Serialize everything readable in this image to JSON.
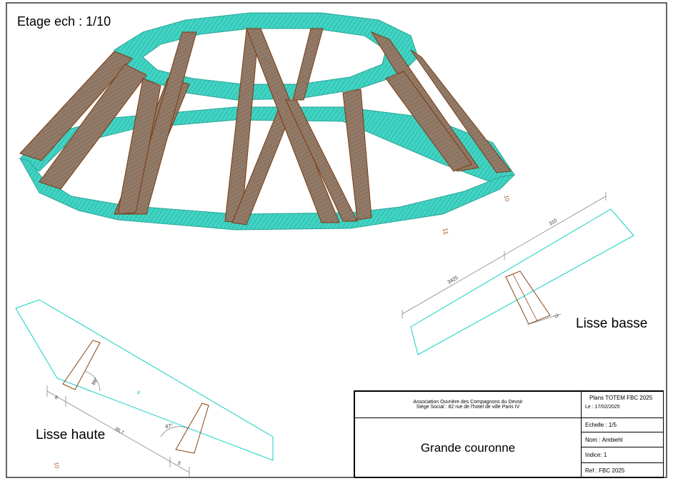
{
  "drawing": {
    "title": "Etage ech : 1/10",
    "views": {
      "lisse_basse": "Lisse basse",
      "lisse_haute": "Lisse haute"
    },
    "dimensions": {
      "lb_total": "310",
      "lb_part": "3425",
      "lb_small": "12",
      "lh_angle_top": "89°",
      "lh_angle_bottom": "87°",
      "lh_left": "6",
      "lh_length": "35,7",
      "lh_right": "5",
      "lh_cyan": "9"
    },
    "piece_numbers": {
      "p10_top": "10",
      "p11": "11",
      "p10_bottom": "10"
    },
    "colors": {
      "ring": "#3fd6c6",
      "ring_hatch": "#2a9c8f",
      "timber": "#8a7a6c",
      "timber_edge": "#7a3b10",
      "outline": "#10d0c0"
    }
  },
  "title_block": {
    "association": "Association Ouvrière des Compagnons du Devoir",
    "address": "Siège Social : 82 rue de l'hotel de ville Paris IV",
    "project": "Plans TOTEM FBC 2025",
    "date_label": "Le :",
    "date": "17/02/2025",
    "drawing_name": "Grande couronne",
    "scale": "Echelle : 1/5",
    "name_label": "Nom :",
    "name": "Ambiehl",
    "index_label": "Indice:",
    "index": "1",
    "ref_label": "Ref :",
    "ref": "FBC 2025"
  }
}
